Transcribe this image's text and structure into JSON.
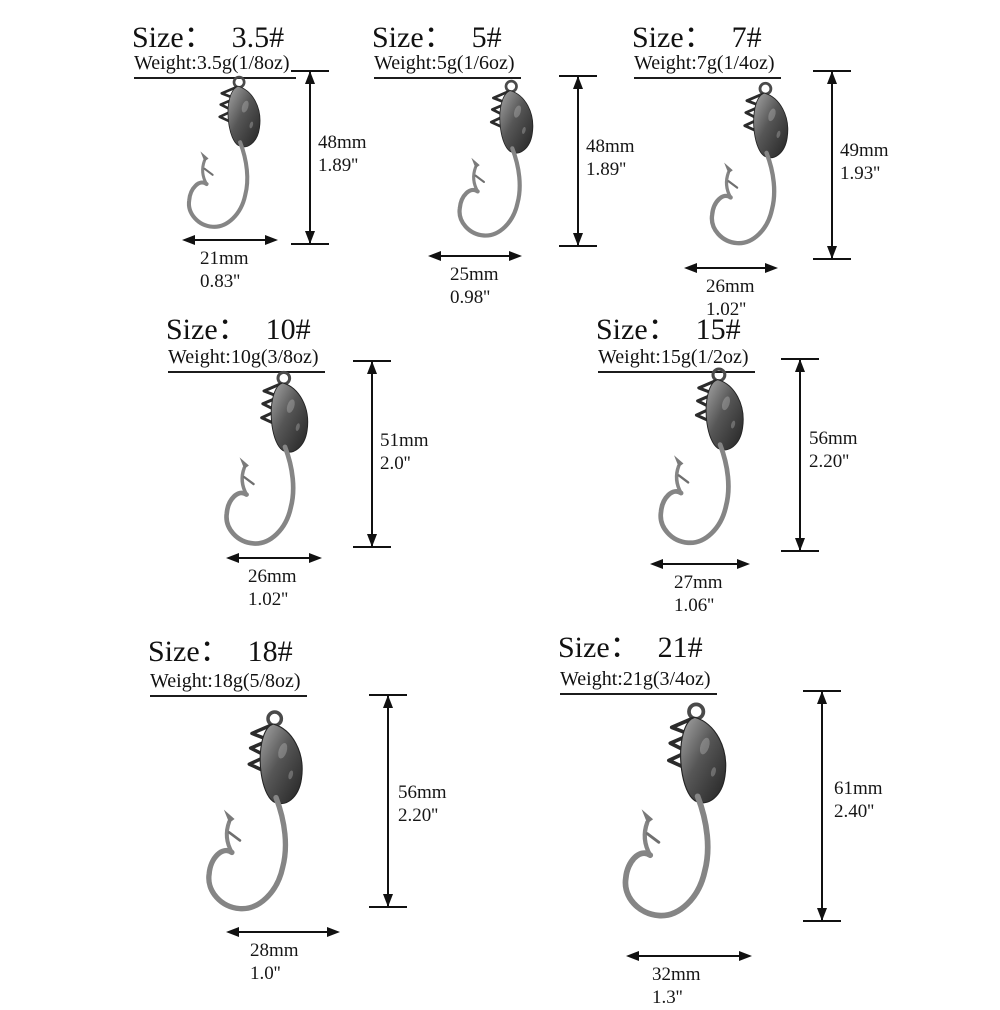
{
  "page": {
    "background": "#ffffff",
    "ink_color": "#111111",
    "wire_color": "#8a8a8a",
    "head_gradient": [
      "#a8a8a8",
      "#2f2f2f"
    ]
  },
  "hooks": [
    {
      "size_title": "Size：",
      "size_value": "3.5#",
      "weight": "Weight:3.5g(1/8oz)",
      "height_mm": "48mm",
      "height_in": "1.89''",
      "width_mm": "21mm",
      "width_in": "0.83''"
    },
    {
      "size_title": "Size：",
      "size_value": "5#",
      "weight": "Weight:5g(1/6oz)",
      "height_mm": "48mm",
      "height_in": "1.89''",
      "width_mm": "25mm",
      "width_in": "0.98''"
    },
    {
      "size_title": "Size：",
      "size_value": "7#",
      "weight": "Weight:7g(1/4oz)",
      "height_mm": "49mm",
      "height_in": "1.93''",
      "width_mm": "26mm",
      "width_in": "1.02''"
    },
    {
      "size_title": "Size：",
      "size_value": "10#",
      "weight": "Weight:10g(3/8oz)",
      "height_mm": "51mm",
      "height_in": "2.0''",
      "width_mm": "26mm",
      "width_in": "1.02''"
    },
    {
      "size_title": "Size：",
      "size_value": "15#",
      "weight": "Weight:15g(1/2oz)",
      "height_mm": "56mm",
      "height_in": "2.20''",
      "width_mm": "27mm",
      "width_in": "1.06''"
    },
    {
      "size_title": "Size：",
      "size_value": "18#",
      "weight": "Weight:18g(5/8oz)",
      "height_mm": "56mm",
      "height_in": "2.20''",
      "width_mm": "28mm",
      "width_in": "1.0''"
    },
    {
      "size_title": "Size：",
      "size_value": "21#",
      "weight": "Weight:21g(3/4oz)",
      "height_mm": "61mm",
      "height_in": "2.40''",
      "width_mm": "32mm",
      "width_in": "1.3''"
    }
  ]
}
